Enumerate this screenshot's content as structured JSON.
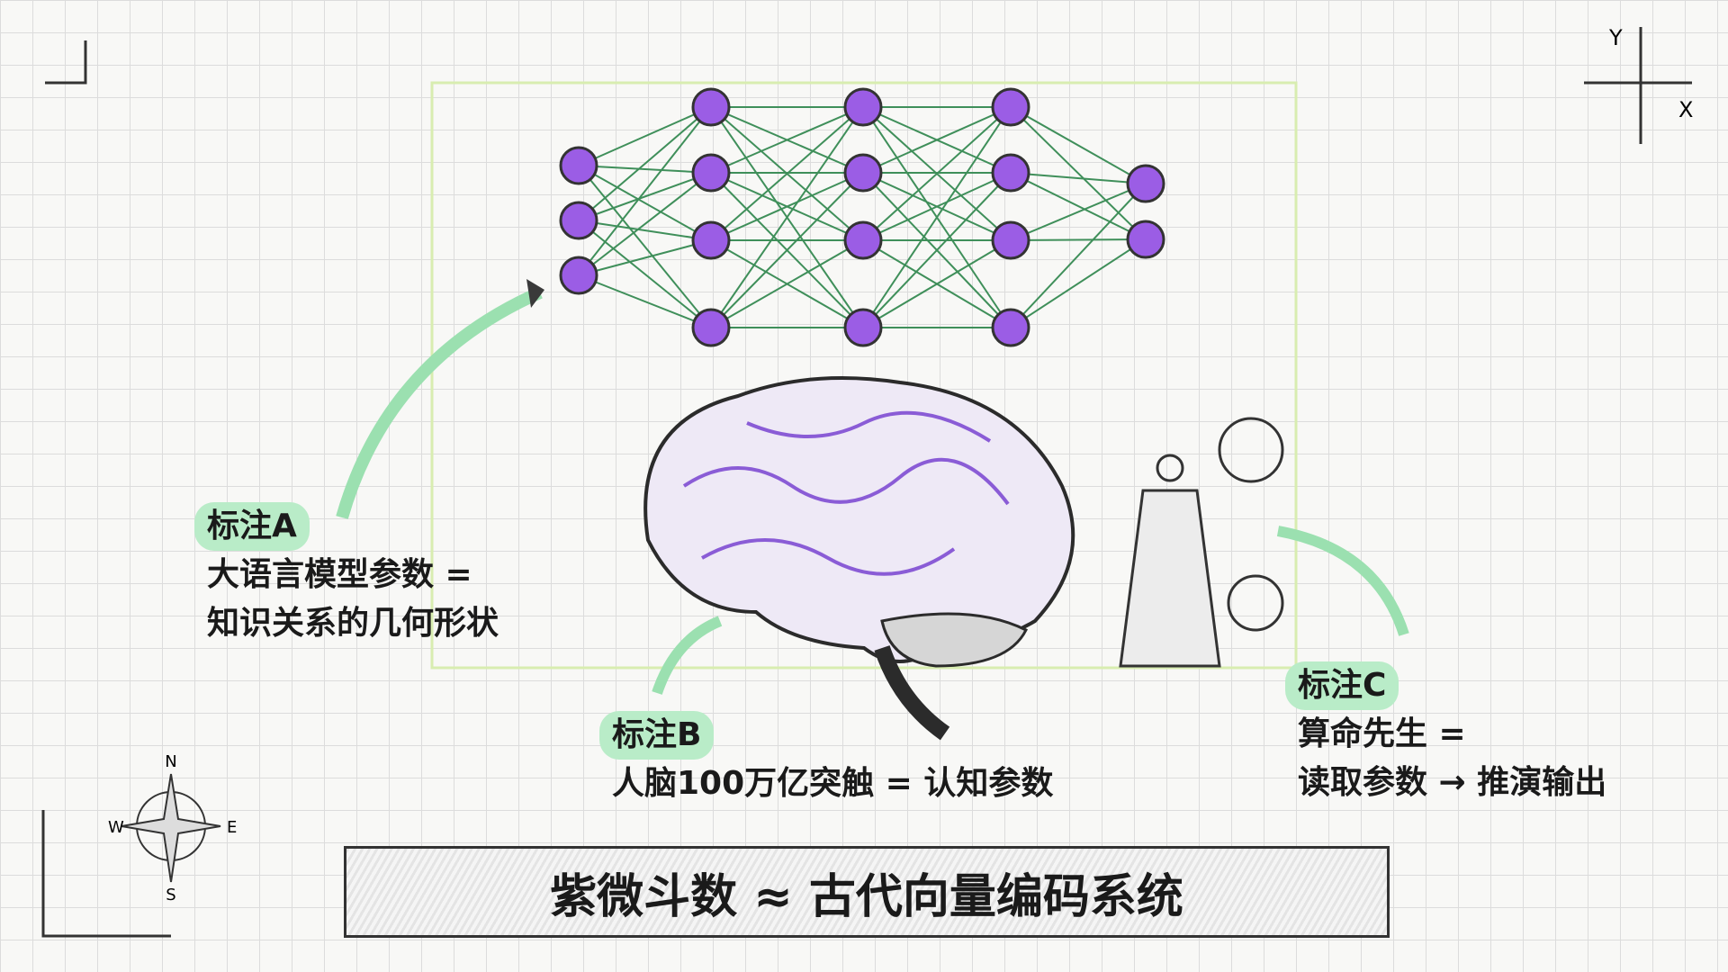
{
  "title": "紫微斗数 ≈ 古代向量编码系统",
  "notes": {
    "a": {
      "tag": "标注A",
      "line1": "大语言模型参数 =",
      "line2": "知识关系的几何形状"
    },
    "b": {
      "tag": "标注B",
      "line1": "人脑100万亿突触 = 认知参数"
    },
    "c": {
      "tag": "标注C",
      "line1": "算命先生 =",
      "line2": "读取参数 → 推演输出"
    }
  },
  "compass_labels": {
    "n": "N",
    "s": "S",
    "e": "E",
    "w": "W"
  },
  "axis_labels": {
    "x": "X",
    "y": "Y"
  },
  "colors": {
    "node": "#9b5de5",
    "edge": "#3f8f5a",
    "highlight": "#b9ecc8",
    "brain_vein": "#8a5cd6"
  }
}
